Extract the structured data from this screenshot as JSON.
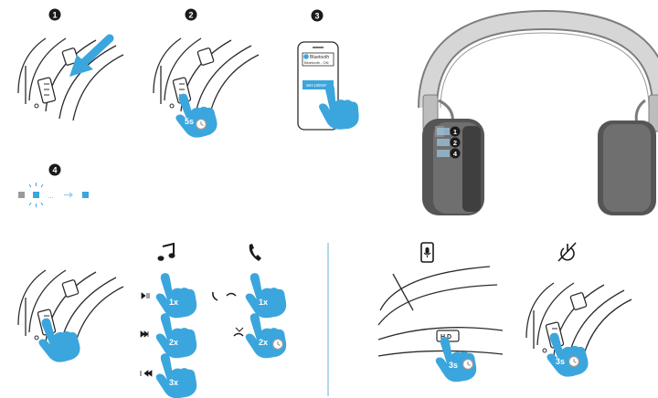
{
  "steps": {
    "s1": "1",
    "s2": "2",
    "s3": "3",
    "s4": "4"
  },
  "phone": {
    "title": "Bluetooth",
    "status": "Bluetooth - ON",
    "device": "WH-1000XM"
  },
  "labels": {
    "tap_1x": "1x",
    "tap_2x": "2x",
    "tap_3x": "3x",
    "hold_3s": "3s",
    "hold_5s": "5s",
    "dots": "...",
    "hd": "H D"
  },
  "headphone_markers": [
    "1",
    "2",
    "4"
  ],
  "colors": {
    "accent": "#3aa6dd",
    "line": "#2d2d2d",
    "grey": "#9a9a9a",
    "divider": "#9ec9e6"
  },
  "icons": {
    "music": "music-note-icon",
    "phone": "phone-handset-icon",
    "mic": "phone-mic-icon",
    "no_power": "power-off-slash-icon",
    "play_pause": "play-pause-icon",
    "next": "next-track-icon",
    "prev": "prev-track-icon",
    "answer": "answer-call-icon",
    "reject": "reject-call-icon",
    "clock": "clock-icon"
  }
}
